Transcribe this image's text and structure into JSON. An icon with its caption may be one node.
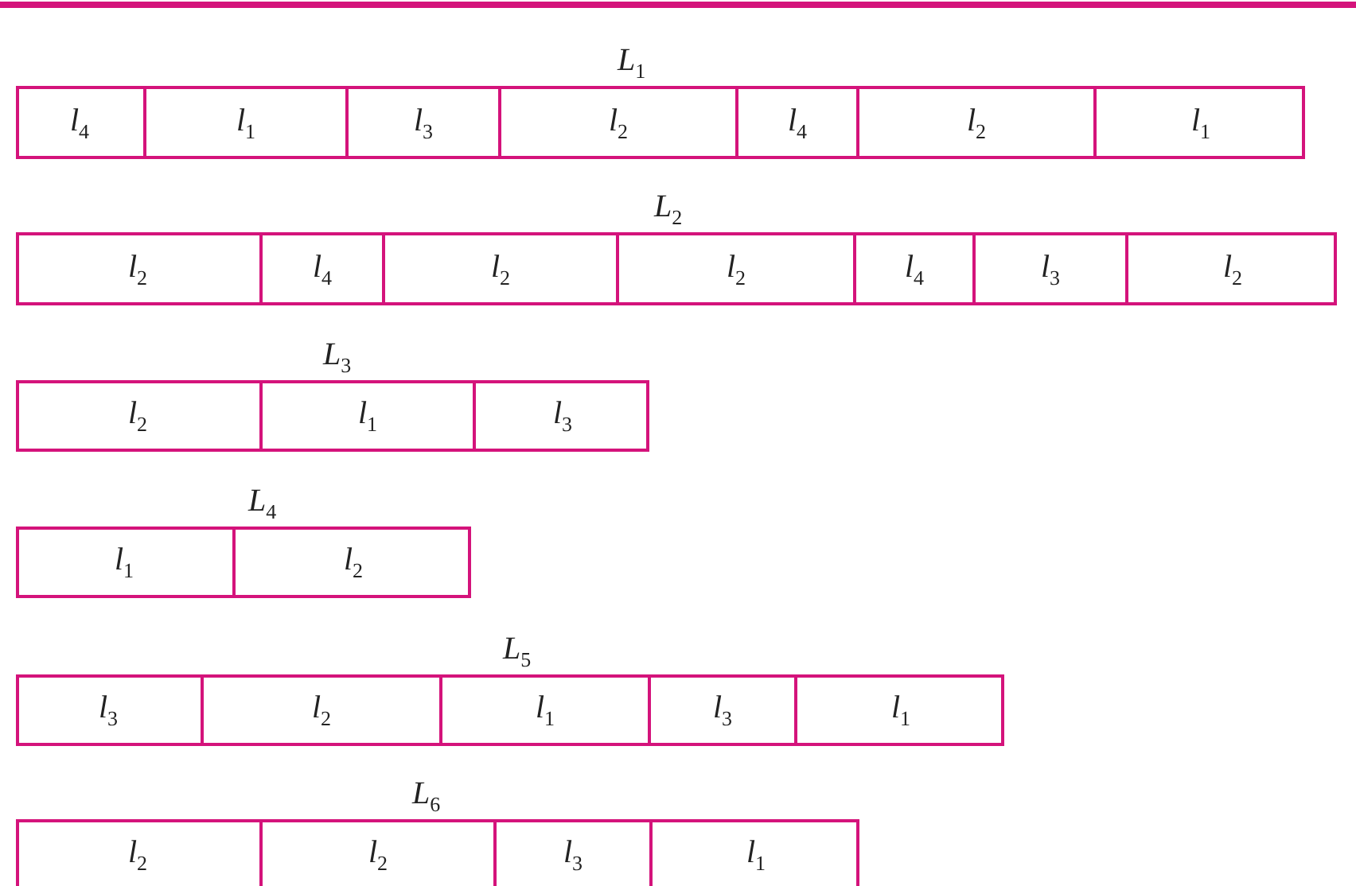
{
  "diagram": {
    "nodes": [
      {
        "text": [
          "*L*$_{1}$"
        ]
      },
      {
        "text": [
          "*l*$_{4}$"
        ],
        "in": 0
      },
      {
        "text": [
          "*l*$_{1}$"
        ],
        "in": 0
      },
      {
        "text": [
          "*l*$_{3}$"
        ],
        "in": 0
      },
      {
        "text": [
          "*l*$_{2}$"
        ],
        "in": 0
      },
      {
        "text": [
          "*l*$_{4}$"
        ],
        "in": 0
      },
      {
        "text": [
          "*l*$_{2}$"
        ],
        "in": 0
      },
      {
        "text": [
          "*l*$_{1}$"
        ],
        "in": 0
      },
      {
        "text": [
          "*L*$_{2}$"
        ]
      },
      {
        "text": [
          "*l*$_{2}$"
        ],
        "in": 8
      },
      {
        "text": [
          "*l*$_{4}$"
        ],
        "in": 8
      },
      {
        "text": [
          "*l*$_{2}$"
        ],
        "in": 8
      },
      {
        "text": [
          "*l*$_{2}$"
        ],
        "in": 8
      },
      {
        "text": [
          "*l*$_{4}$"
        ],
        "in": 8
      },
      {
        "text": [
          "*l*$_{3}$"
        ],
        "in": 8
      },
      {
        "text": [
          "*l*$_{2}$"
        ],
        "in": 8
      },
      {
        "text": [
          "*L*$_{3}$"
        ]
      },
      {
        "text": [
          "*l*$_{2}$"
        ],
        "in": 16
      },
      {
        "text": [
          "*l*$_{1}$"
        ],
        "in": 16
      },
      {
        "text": [
          "*l*$_{3}$"
        ],
        "in": 16
      },
      {
        "text": [
          "*L*$_{4}$"
        ]
      },
      {
        "text": [
          "*l*$_{1}$"
        ],
        "in": 20
      },
      {
        "text": [
          "*l*$_{2}$"
        ],
        "in": 20
      },
      {
        "text": [
          "*L*$_{5}$"
        ]
      },
      {
        "text": [
          "*l*$_{3}$"
        ],
        "in": 23
      },
      {
        "text": [
          "*l*$_{2}$"
        ],
        "in": 23
      },
      {
        "text": [
          "*l*$_{1}$"
        ],
        "in": 23
      },
      {
        "text": [
          "*l*$_{3}$"
        ],
        "in": 23
      },
      {
        "text": [
          "*l*$_{1}$"
        ],
        "in": 23
      },
      {
        "text": [
          "*L*$_{6}$"
        ]
      },
      {
        "text": [
          "*l*$_{2}$"
        ],
        "in": 29
      },
      {
        "text": [
          "*l*$_{2}$"
        ],
        "in": 29
      },
      {
        "text": [
          "*l*$_{3}$"
        ],
        "in": 29
      },
      {
        "text": [
          "*l*$_{1}$"
        ],
        "in": 29
      }
    ]
  }
}
